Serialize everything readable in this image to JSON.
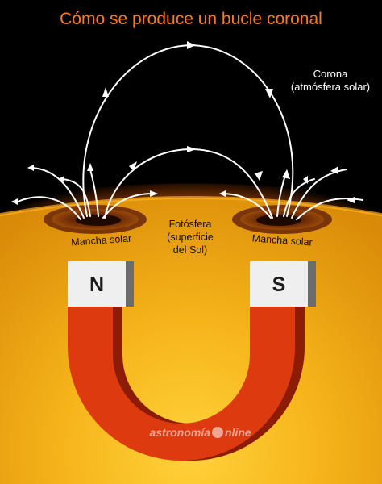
{
  "title": "Cómo se produce un bucle coronal",
  "corona_label": [
    "Corona",
    "(atmósfera solar)"
  ],
  "photosphere_label": [
    "Fotósfera",
    "(superficie",
    "del Sol)"
  ],
  "sunspot_left_label": "Mancha solar",
  "sunspot_right_label": "Mancha solar",
  "magnet": {
    "north": "N",
    "south": "S"
  },
  "watermark": {
    "before": "astronomía",
    "after": "nline"
  },
  "colors": {
    "title": "#ff7a1a",
    "sky": "#000000",
    "sun_surface": "#e29a10",
    "sunspot": "#7a3608",
    "magnet_body": "#dd3b0f",
    "magnet_shadow": "#8d1c06",
    "magnet_cap": "#efefef",
    "field_lines": "#ffffff"
  }
}
